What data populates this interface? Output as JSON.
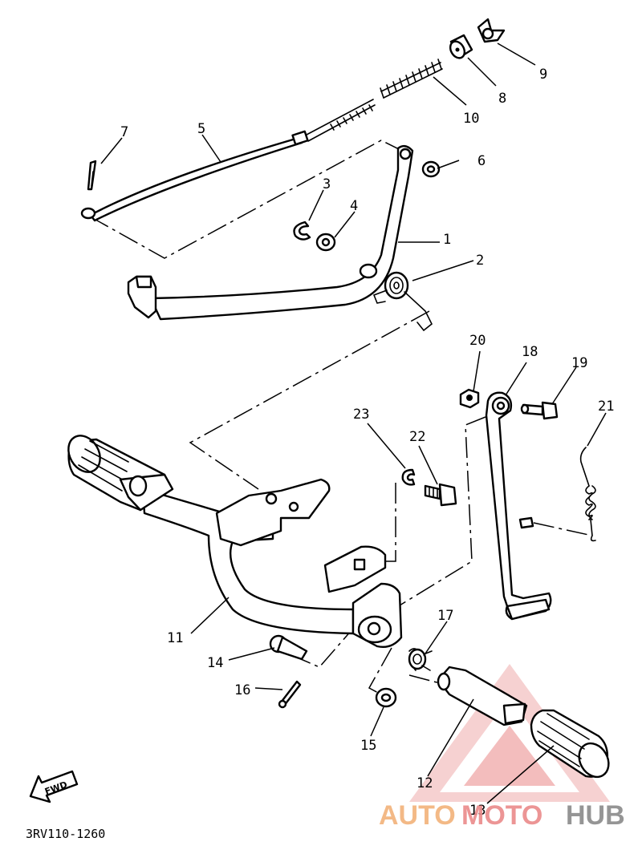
{
  "diagram": {
    "callouts": [
      "1",
      "2",
      "3",
      "4",
      "5",
      "6",
      "7",
      "8",
      "9",
      "10",
      "11",
      "12",
      "13",
      "14",
      "15",
      "16",
      "17",
      "18",
      "19",
      "20",
      "21",
      "22",
      "23"
    ],
    "part_code": "3RV110-1260",
    "fwd_label": "FWD"
  },
  "watermark": {
    "part_a": "AUTO",
    "part_b": "MOTO",
    "part_c": "HUB",
    "color_a": "#f2b27a",
    "color_b": "#ea8a8a",
    "color_c": "#8a8a8a"
  }
}
